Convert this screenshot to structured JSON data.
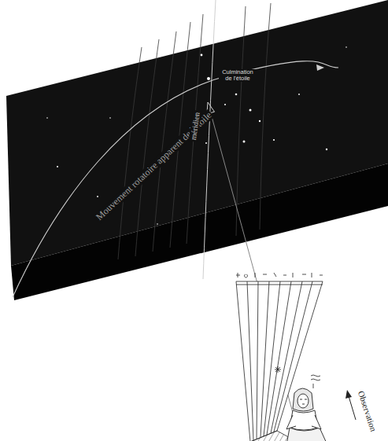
{
  "diagram": {
    "labels": [
      "Mouvement rotatoire apparent de l'étoile",
      "Culmination de l'étoile",
      "méridien",
      "Observation"
    ]
  }
}
